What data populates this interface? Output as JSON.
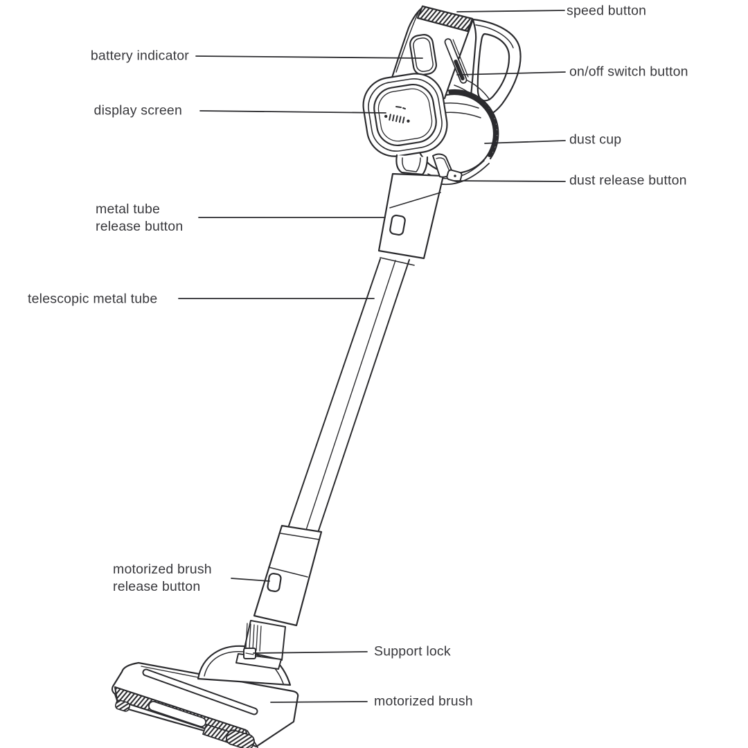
{
  "diagram": {
    "subject": "cordless stick vacuum cleaner parts diagram",
    "background": "#ffffff",
    "line_color": "#2b2b2e",
    "text_color": "#38383c",
    "labels": {
      "speed_button": "speed button",
      "battery_indicator": "battery indicator",
      "on_off_switch_button": "on/off switch button",
      "display_screen": "display screen",
      "dust_cup": "dust cup",
      "dust_release_button": "dust release button",
      "metal_tube_release_button": {
        "line1": "metal tube",
        "line2": "release button"
      },
      "telescopic_metal_tube": "telescopic metal tube",
      "motorized_brush_release_button": {
        "line1": "motorized brush",
        "line2": "release button"
      },
      "support_lock": "Support lock",
      "motorized_brush": "motorized brush"
    }
  }
}
